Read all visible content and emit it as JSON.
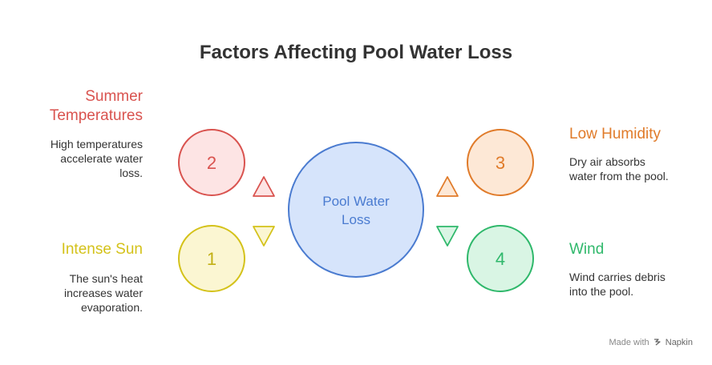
{
  "title": "Factors Affecting Pool Water Loss",
  "center": {
    "line1": "Pool Water",
    "line2": "Loss",
    "color": "#4a7bd0",
    "fill": "#d6e4fb"
  },
  "factors": [
    {
      "number": "2",
      "heading": "Summer Temperatures",
      "heading_line1": "Summer",
      "heading_line2": "Temperatures",
      "desc_line1": "High temperatures",
      "desc_line2": "accelerate water",
      "desc_line3": "loss.",
      "color": "#d9534f",
      "fill": "#fde4e4",
      "arrow": "up"
    },
    {
      "number": "1",
      "heading": "Intense Sun",
      "desc_line1": "The sun's heat",
      "desc_line2": "increases water",
      "desc_line3": "evaporation.",
      "color": "#d4c21a",
      "fill": "#fbf6d2",
      "arrow": "down"
    },
    {
      "number": "3",
      "heading": "Low Humidity",
      "desc_line1": "Dry air absorbs",
      "desc_line2": "water from the pool.",
      "color": "#e07b2a",
      "fill": "#fde8d6",
      "arrow": "up"
    },
    {
      "number": "4",
      "heading": "Wind",
      "desc_line1": "Wind carries debris",
      "desc_line2": "into the pool.",
      "color": "#2fb86b",
      "fill": "#d9f5e4",
      "arrow": "down"
    }
  ],
  "footer": {
    "made_with": "Made with",
    "brand": "Napkin"
  }
}
